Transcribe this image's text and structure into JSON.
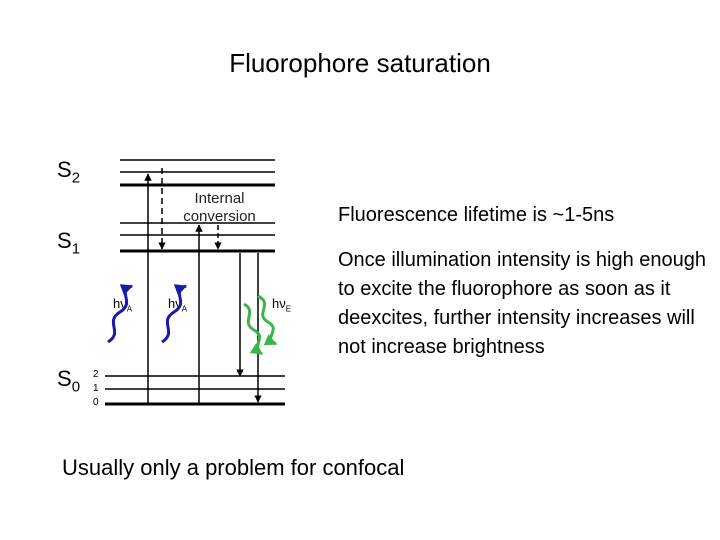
{
  "title": "Fluorophore saturation",
  "states": {
    "s2": {
      "letter": "S",
      "sub": "2"
    },
    "s1": {
      "letter": "S",
      "sub": "1"
    },
    "s0": {
      "letter": "S",
      "sub": "0",
      "vibrational_levels": [
        "2",
        "1",
        "0"
      ]
    }
  },
  "internal_conversion": "Internal conversion",
  "photon_labels": {
    "absorption": {
      "main": "hν",
      "sub": "A"
    },
    "emission": {
      "main": "hν",
      "sub": "E"
    }
  },
  "lifetime_text": "Fluorescence lifetime is ~1-5ns",
  "explanation": "Once illumination intensity is high enough to excite the fluorophore as soon as it deexcites, further intensity increases will not increase brightness",
  "footer": "Usually only a problem for confocal",
  "colors": {
    "absorption_wave": "#1a1aa6",
    "emission_wave": "#39b54a",
    "lines": "#000000"
  }
}
